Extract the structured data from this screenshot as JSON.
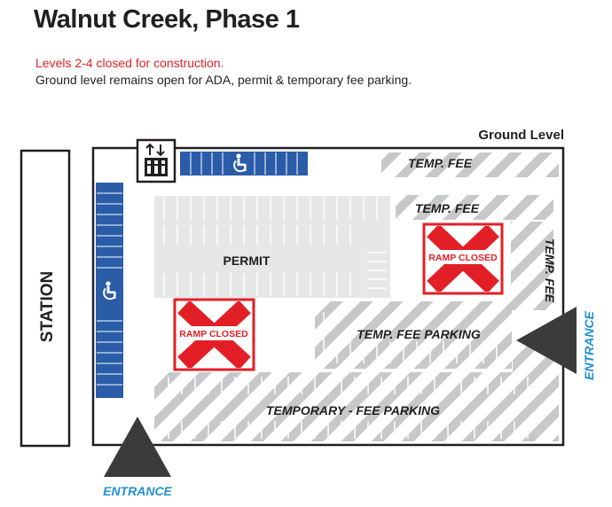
{
  "header": {
    "title": "Walnut Creek, Phase 1",
    "closure_notice": "Levels 2-4 closed for construction.",
    "open_notice": "Ground level remains open for ADA, permit & temporary fee parking."
  },
  "map": {
    "level_label": "Ground Level",
    "station_label": "STATION",
    "zones": {
      "permit": "PERMIT",
      "temp_fee_top": "TEMP. FEE",
      "temp_fee_mid": "TEMP. FEE",
      "temp_fee_right": "TEMP. FEE",
      "temp_fee_parking": "TEMP. FEE PARKING",
      "temporary_fee_parking": "TEMPORARY - FEE PARKING"
    },
    "ramps": [
      {
        "label": "RAMP CLOSED"
      },
      {
        "label": "RAMP CLOSED"
      }
    ],
    "entrances": {
      "bottom": "ENTRANCE",
      "right": "ENTRANCE"
    },
    "icons": [
      "accessible-parking-icon",
      "elevator-icon",
      "closed-x-icon",
      "entrance-arrow-icon"
    ],
    "colors": {
      "closure_red": "#e21f26",
      "ada_blue": "#2b5ca8",
      "entrance_blue": "#1f8fd1",
      "permit_gray": "#e6e7e8",
      "stripe_gray": "#c7c8ca",
      "entrance_triangle": "#3b3b3b"
    }
  }
}
